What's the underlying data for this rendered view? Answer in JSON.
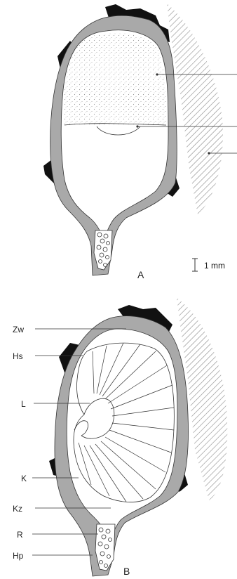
{
  "panels": [
    {
      "id": "A",
      "label": "A"
    },
    {
      "id": "B",
      "label": "B"
    }
  ],
  "scale_bar": {
    "label": "1 mm"
  },
  "labels_b": {
    "zw": "Zw",
    "hs": "Hs",
    "l": "L",
    "k": "K",
    "kz": "Kz",
    "r": "R",
    "hp": "Hp"
  },
  "colors": {
    "wall": "#a9a9a9",
    "crust": "#111111",
    "stipple": "#9a9a9a",
    "hatch": "#888888",
    "line": "#333333"
  }
}
